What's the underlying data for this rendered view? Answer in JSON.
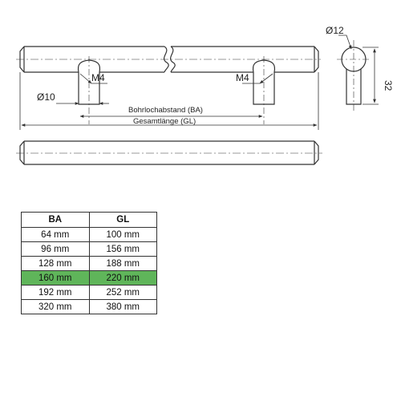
{
  "drawing": {
    "labels": {
      "m4_left": "M4",
      "m4_right": "M4",
      "diameter_10": "Ø10",
      "diameter_12": "Ø12",
      "height_32": "32",
      "ba_label": "Bohrlochabstand (BA)",
      "gl_label": "Gesamtlänge (GL)"
    }
  },
  "table": {
    "headers": [
      "BA",
      "GL"
    ],
    "rows": [
      [
        "64 mm",
        "100 mm"
      ],
      [
        "96 mm",
        "156 mm"
      ],
      [
        "128 mm",
        "188 mm"
      ],
      [
        "160 mm",
        "220 mm"
      ],
      [
        "192 mm",
        "252 mm"
      ],
      [
        "320 mm",
        "380 mm"
      ]
    ],
    "highlight_row": 3,
    "highlight_color": "#5fb55a"
  }
}
